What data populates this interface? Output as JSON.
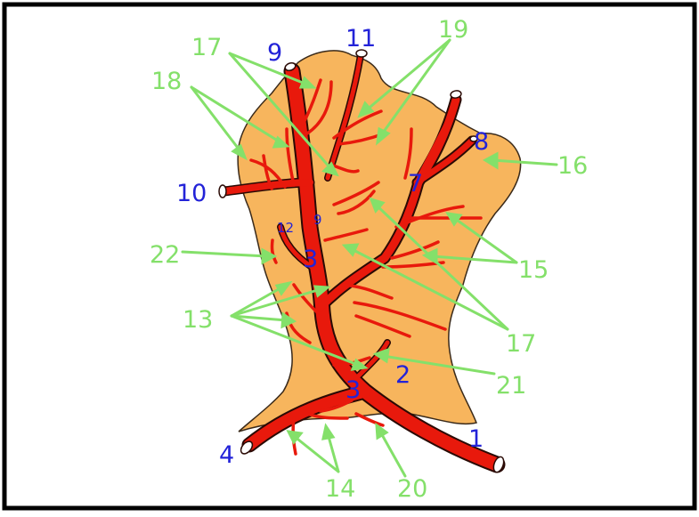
{
  "colors": {
    "background": "#ffffff",
    "frame": "#000000",
    "tissue": "#f7b55d",
    "vessel": "#e8190c",
    "vessel_outline": "#2a0a05",
    "number_blue": "#2323d8",
    "label_green": "#84e06a"
  },
  "blue_labels": {
    "n1": "1",
    "n2": "2",
    "n3a": "3",
    "n3b": "3",
    "n4": "4",
    "n7": "7",
    "n8": "8",
    "n9a": "9",
    "n9b": "9",
    "n10": "10",
    "n11": "11",
    "n12": "12"
  },
  "green_labels": {
    "g13": "13",
    "g14": "14",
    "g15": "15",
    "g16": "16",
    "g17a": "17",
    "g17b": "17",
    "g18": "18",
    "g19": "19",
    "g20": "20",
    "g21": "21",
    "g22": "22"
  }
}
